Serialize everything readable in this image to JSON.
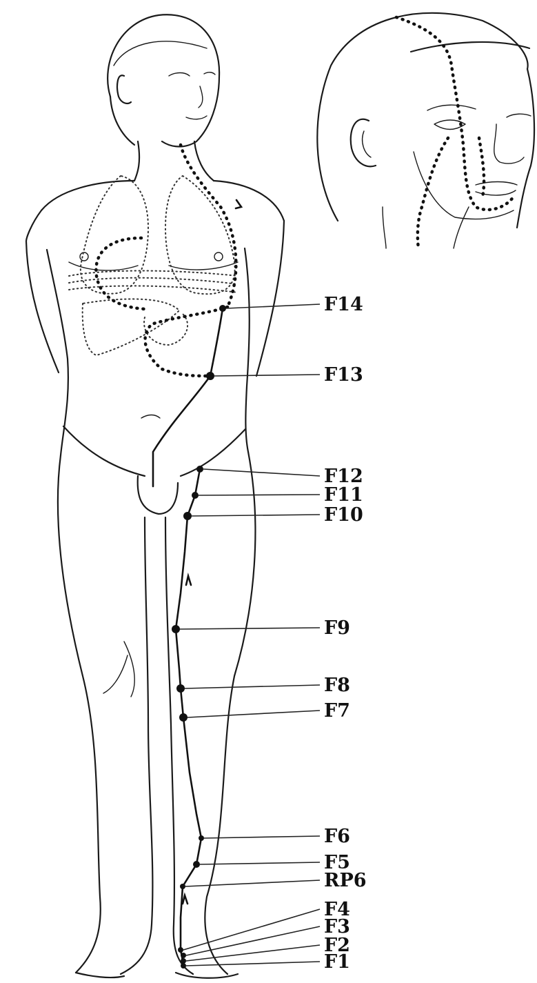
{
  "points": [
    {
      "id": "F14",
      "label": "F14"
    },
    {
      "id": "F13",
      "label": "F13"
    },
    {
      "id": "F12",
      "label": "F12"
    },
    {
      "id": "F11",
      "label": "F11"
    },
    {
      "id": "F10",
      "label": "F10"
    },
    {
      "id": "F9",
      "label": "F9"
    },
    {
      "id": "F8",
      "label": "F8"
    },
    {
      "id": "F7",
      "label": "F7"
    },
    {
      "id": "F6",
      "label": "F6"
    },
    {
      "id": "F5",
      "label": "F5"
    },
    {
      "id": "RP6",
      "label": "RP6"
    },
    {
      "id": "F4",
      "label": "F4"
    },
    {
      "id": "F3",
      "label": "F3"
    },
    {
      "id": "F2",
      "label": "F2"
    },
    {
      "id": "F1",
      "label": "F1"
    }
  ]
}
